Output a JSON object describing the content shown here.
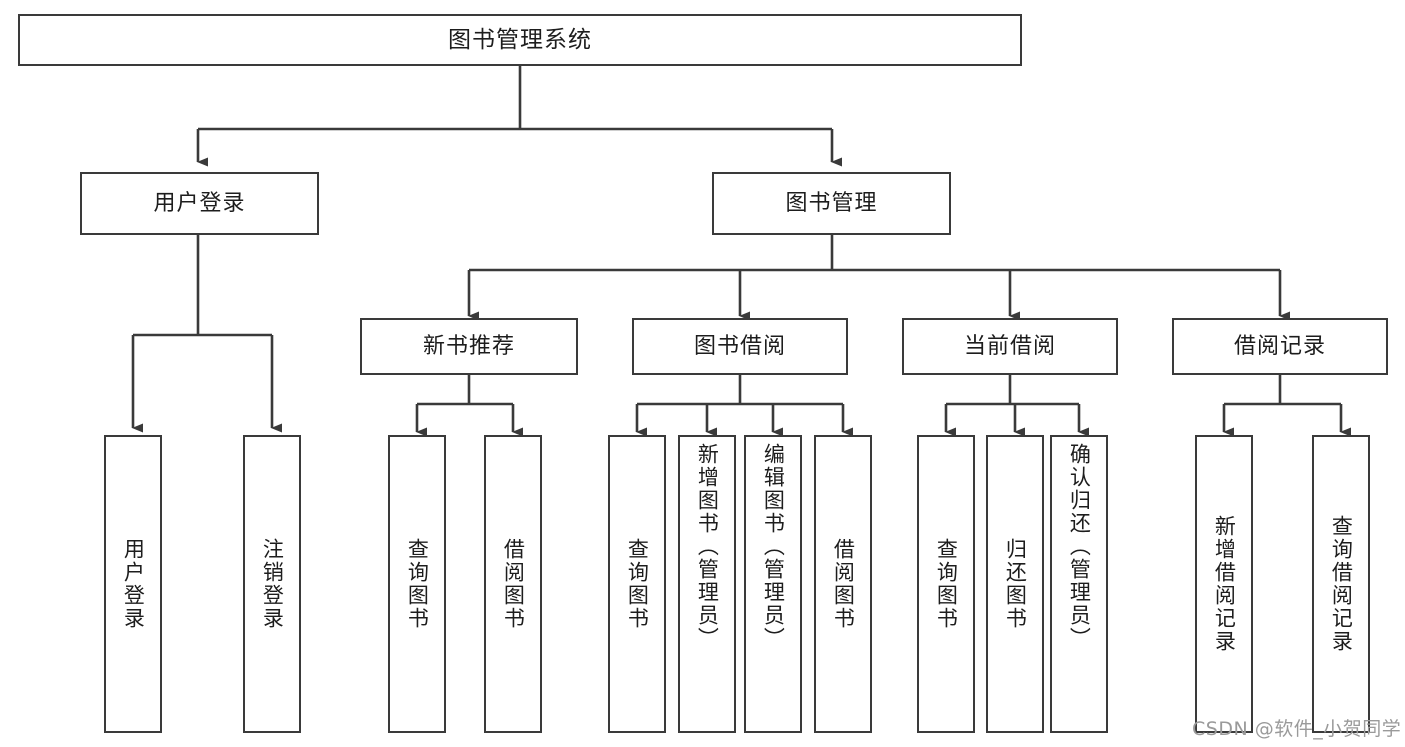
{
  "diagram": {
    "type": "tree-hierarchy",
    "title": "图书管理系统",
    "root": {
      "label": "图书管理系统"
    },
    "level2": [
      {
        "id": "user-login",
        "label": "用户登录"
      },
      {
        "id": "book-management",
        "label": "图书管理"
      }
    ],
    "level3": [
      {
        "id": "new-book-recommend",
        "label": "新书推荐",
        "parent": "book-management"
      },
      {
        "id": "book-borrow",
        "label": "图书借阅",
        "parent": "book-management"
      },
      {
        "id": "current-borrow",
        "label": "当前借阅",
        "parent": "book-management"
      },
      {
        "id": "borrow-record",
        "label": "借阅记录",
        "parent": "book-management"
      }
    ],
    "leaves": [
      {
        "id": "leaf-user-login",
        "label": "用户登录",
        "parent": "user-login"
      },
      {
        "id": "leaf-logout-login",
        "label": "注销登录",
        "parent": "user-login"
      },
      {
        "id": "leaf-query-book-1",
        "label": "查询图书",
        "parent": "new-book-recommend"
      },
      {
        "id": "leaf-borrow-book-1",
        "label": "借阅图书",
        "parent": "new-book-recommend"
      },
      {
        "id": "leaf-query-book-2",
        "label": "查询图书",
        "parent": "book-borrow"
      },
      {
        "id": "leaf-add-book",
        "label": "新增图书（管理员）",
        "parent": "book-borrow"
      },
      {
        "id": "leaf-edit-book",
        "label": "编辑图书（管理员）",
        "parent": "book-borrow"
      },
      {
        "id": "leaf-borrow-book-2",
        "label": "借阅图书",
        "parent": "book-borrow"
      },
      {
        "id": "leaf-query-book-3",
        "label": "查询图书",
        "parent": "current-borrow"
      },
      {
        "id": "leaf-return-book",
        "label": "归还图书",
        "parent": "current-borrow"
      },
      {
        "id": "leaf-confirm-return",
        "label": "确认归还（管理员）",
        "parent": "current-borrow"
      },
      {
        "id": "leaf-add-record",
        "label": "新增借阅记录",
        "parent": "borrow-record"
      },
      {
        "id": "leaf-query-record",
        "label": "查询借阅记录",
        "parent": "borrow-record"
      }
    ]
  },
  "watermark": {
    "text": "CSDN @软件_小贺同学"
  },
  "colors": {
    "stroke": "#3a3a3a",
    "text": "#1d1d1d",
    "background": "#ffffff",
    "watermark": "#9a9a9a"
  }
}
